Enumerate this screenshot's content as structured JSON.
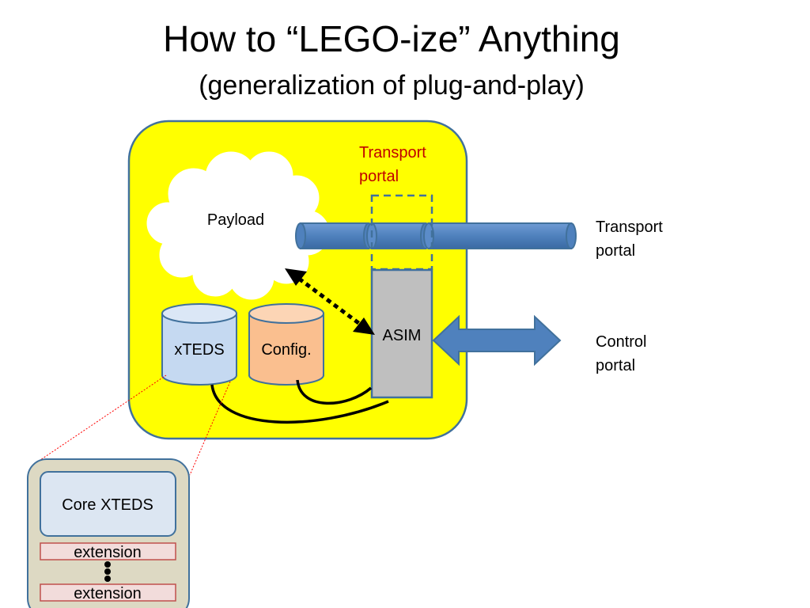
{
  "slide": {
    "title": "How to “LEGO-ize” Anything",
    "subtitle": "(generalization of plug-and-play)"
  },
  "diagram": {
    "payload": "Payload",
    "transport_portal_inner": [
      "Transport",
      "portal"
    ],
    "transport_portal_outer": [
      "Transport",
      "portal"
    ],
    "control_portal": [
      "Control",
      "portal"
    ],
    "asim": "ASIM",
    "xteds": "xTEDS",
    "config": "Config.",
    "core_xteds": "Core XTEDS",
    "extension_1": "extension",
    "extension_2": "extension"
  },
  "colors": {
    "module_fill": "#ffff00",
    "module_border": "#41719c",
    "pipe": "#4f81bd",
    "xteds_fill": "#c5d9f1",
    "config_fill": "#fabf8f",
    "asim_fill": "#bfbfbf",
    "detail_panel": "#ddd9c3",
    "core_fill": "#dce6f2",
    "extension_fill": "#f2dcdb",
    "callout_red": "#ff0000"
  }
}
